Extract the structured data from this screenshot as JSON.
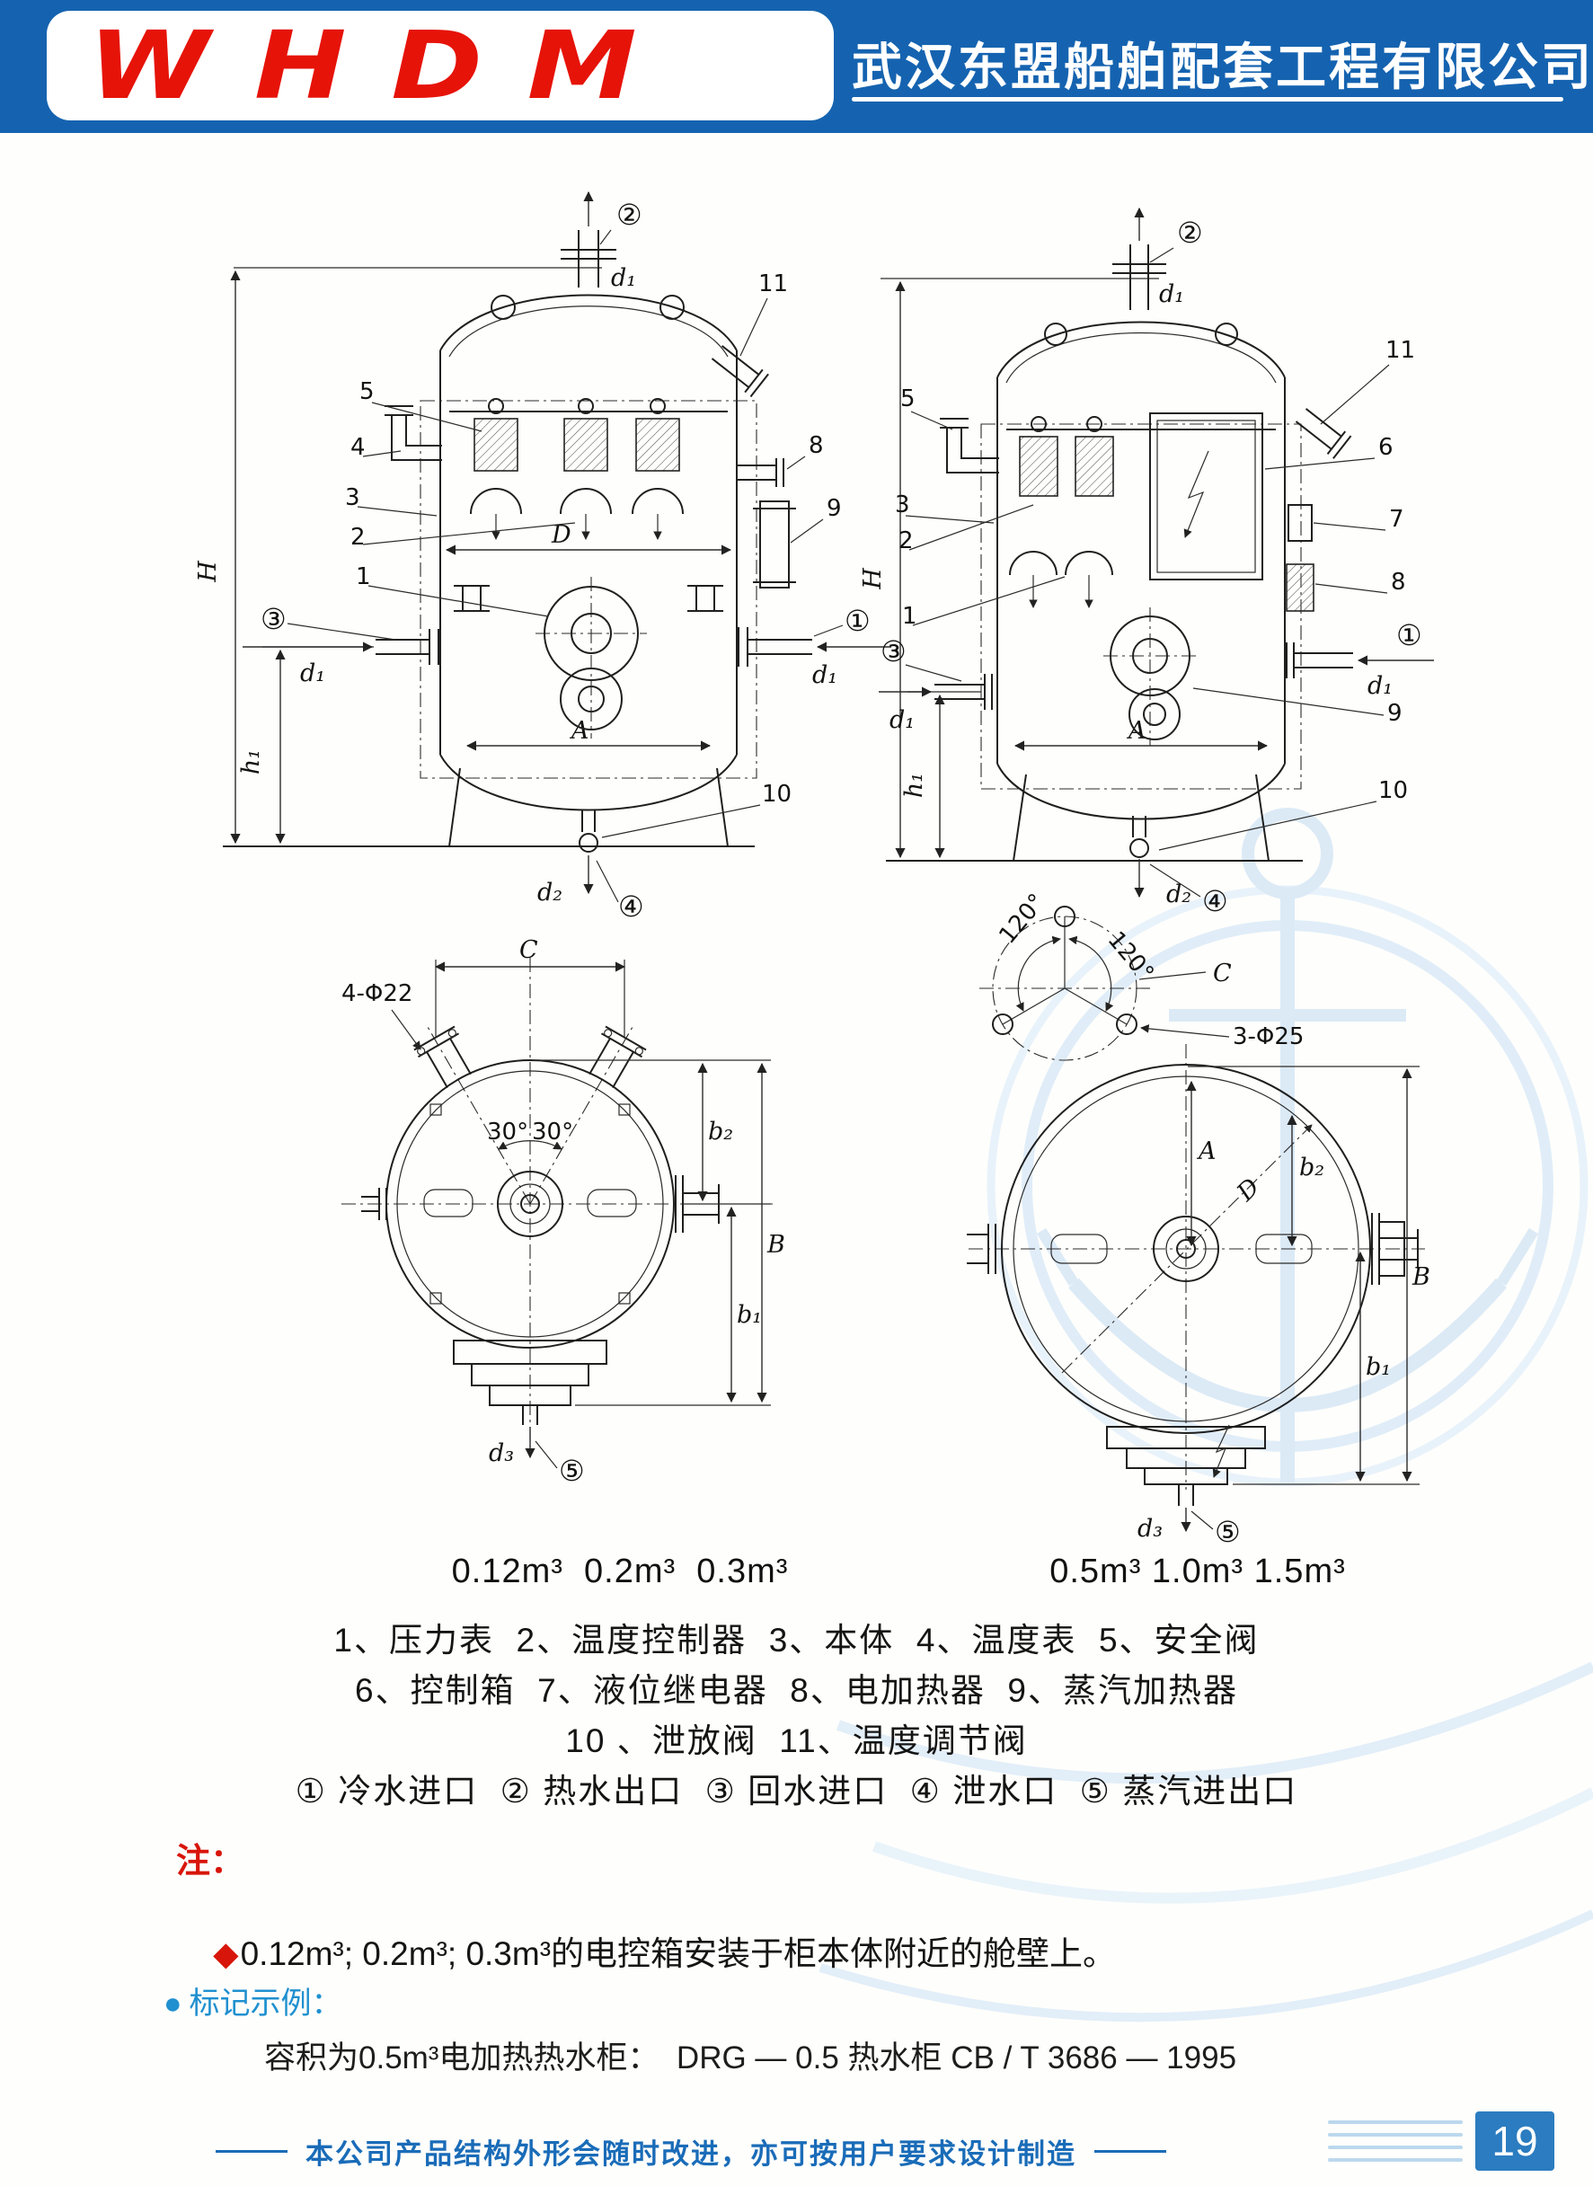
{
  "header": {
    "logo": "WHDM",
    "company": "武汉东盟船舶配套工程有限公司"
  },
  "captions": {
    "small": "0.12m³  0.2m³  0.3m³",
    "large": "0.5m³ 1.0m³ 1.5m³"
  },
  "parts_list": {
    "line1": "1、压力表  2、温度控制器  3、本体  4、温度表  5、安全阀",
    "line2": "6、控制箱  7、液位继电器  8、电加热器  9、蒸汽加热器",
    "line3": "10 、泄放阀  11、温度调节阀",
    "line4": "① 冷水进口  ② 热水出口  ③ 回水进口  ④ 泄水口  ⑤ 蒸汽进出口"
  },
  "note": {
    "title": "注：",
    "bullet": "◆",
    "text": "0.12m³; 0.2m³; 0.3m³的电控箱安装于柜本体附近的舱壁上。"
  },
  "marking": {
    "bullet": "●",
    "title": "标记示例：",
    "text": "容积为0.5m³电加热热水柜：  DRG — 0.5 热水柜 CB / T 3686 — 1995"
  },
  "footer": {
    "text": "本公司产品结构外形会随时改进，亦可按用户要求设计制造",
    "page": "19"
  },
  "colors": {
    "header_blue": "#1563b0",
    "logo_red": "#e61309",
    "note_red": "#d8150a",
    "marking_blue": "#2090d0",
    "footer_blue": "#1a6cb8",
    "page_badge_blue": "#2b7cc0",
    "watermark_blue": "#dceaf6"
  },
  "drawing_small_side": {
    "c2": "②",
    "d1": "d₁",
    "n11": "11",
    "n5": "5",
    "n4": "4",
    "n3": "3",
    "n2": "2",
    "n1": "1",
    "n8": "8",
    "n9": "9",
    "H": "H",
    "D": "D",
    "c3": "③",
    "c1": "①",
    "A": "A",
    "h1": "h₁",
    "n10": "10",
    "d2": "d₂",
    "c4": "④"
  },
  "drawing_large_side": {
    "c2": "②",
    "d1": "d₁",
    "n11": "11",
    "n5": "5",
    "n3": "3",
    "n2": "2",
    "n1": "1",
    "n6": "6",
    "n7": "7",
    "n8": "8",
    "n9": "9",
    "H": "H",
    "c3": "③",
    "c1": "①",
    "A": "A",
    "h1": "h₁",
    "n10": "10",
    "d2": "d₂",
    "c4": "④"
  },
  "drawing_small_top": {
    "holes": "4-Φ22",
    "C": "C",
    "a30": "30°",
    "b2": "b₂",
    "B": "B",
    "b1": "b₁",
    "d3": "d₃",
    "c5": "⑤"
  },
  "drawing_large_top": {
    "a120": "120°",
    "C": "C",
    "holes": "3-Φ25",
    "b2": "b₂",
    "A": "A",
    "D": "D",
    "B": "B",
    "b1": "b₁",
    "d3": "d₃",
    "c5": "⑤"
  }
}
